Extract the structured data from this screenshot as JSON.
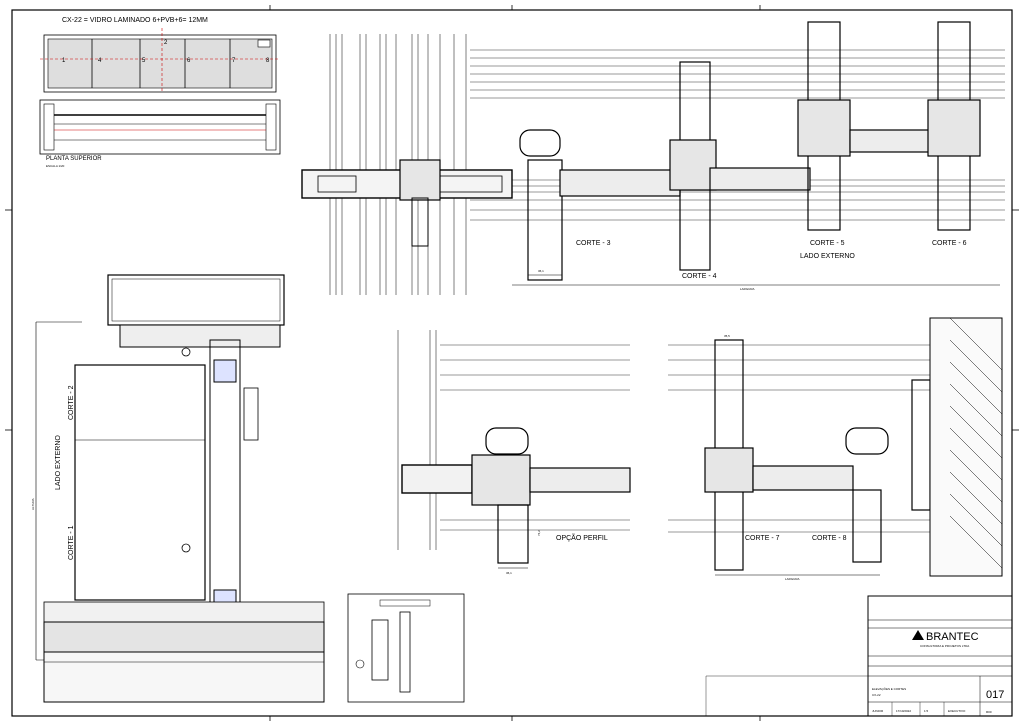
{
  "sheet": {
    "header_title": "CX-22 = VIDRO LAMINADO 6+PVB+6= 12MM",
    "plan_title": "PLANTA SUPERIOR",
    "plan_scale": "ESCALA 1/20",
    "sheet_number": "017",
    "revision": "R00"
  },
  "elevation": {
    "panels": [
      "1",
      "4",
      "5",
      "2",
      "6",
      "7",
      "8"
    ],
    "side_label": "LADO EXTERNO",
    "height_label": "ALTURA",
    "cut_upper": "CORTE - 2",
    "cut_lower": "CORTE - 1"
  },
  "sections": {
    "corte_3": "CORTE - 3",
    "corte_4": "CORTE - 4",
    "corte_5": "CORTE - 5",
    "corte_6": "CORTE - 6",
    "corte_7": "CORTE - 7",
    "corte_8": "CORTE - 8",
    "opcao": "OPÇÃO PERFIL",
    "lado_externo": "LADO EXTERNO",
    "largura_top": "LARGURA",
    "largura_bottom": "LARGURA",
    "dim_36_1_a": "36,1",
    "dim_36_1_b": "36,1",
    "dim_35_5": "35,5",
    "dim_74_2": "74,2"
  },
  "title_block": {
    "company": "BRANTEC",
    "company_sub": "CONSULTORIA E PROJETOS LTDA",
    "drawing_title": "ELEVAÇÕES E CORTES",
    "drawing_sub": "CX-22",
    "responsible": "JUNIOR",
    "date": "17/10/2022",
    "scale": "1:5",
    "phase": "EXECUTIVO"
  }
}
